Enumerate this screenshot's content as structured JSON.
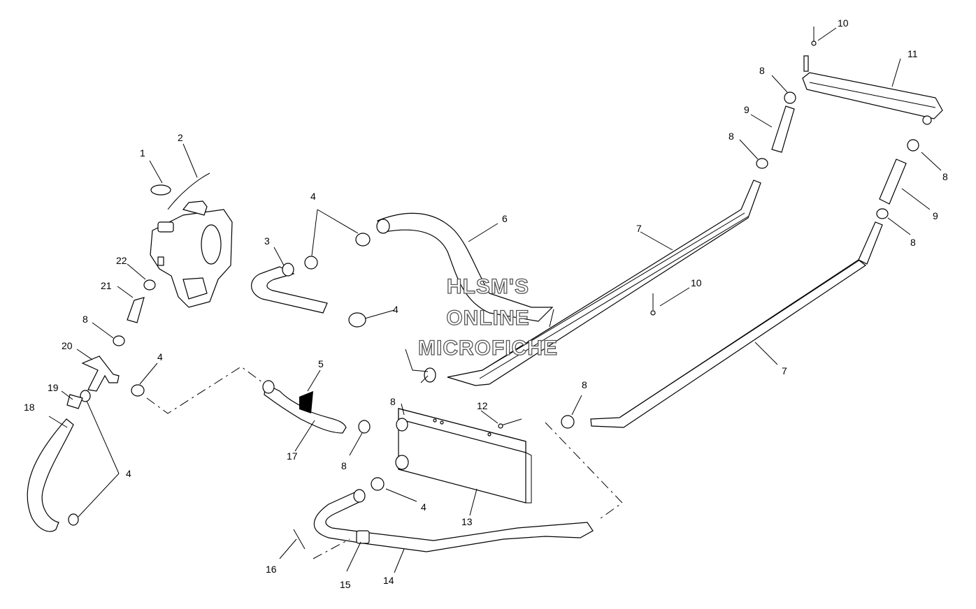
{
  "watermark": {
    "line1": "HLSM'S",
    "line2": "ONLINE",
    "line3": "MICROFICHE"
  },
  "callouts": [
    {
      "id": "c1",
      "text": "1"
    },
    {
      "id": "c2",
      "text": "2"
    },
    {
      "id": "c3",
      "text": "3"
    },
    {
      "id": "c4a",
      "text": "4"
    },
    {
      "id": "c4b",
      "text": "4"
    },
    {
      "id": "c4c",
      "text": "4"
    },
    {
      "id": "c4d",
      "text": "4"
    },
    {
      "id": "c4e",
      "text": "4"
    },
    {
      "id": "c5",
      "text": "5"
    },
    {
      "id": "c6",
      "text": "6"
    },
    {
      "id": "c7a",
      "text": "7"
    },
    {
      "id": "c7b",
      "text": "7"
    },
    {
      "id": "c8a",
      "text": "8"
    },
    {
      "id": "c8b",
      "text": "8"
    },
    {
      "id": "c8c",
      "text": "8"
    },
    {
      "id": "c8d",
      "text": "8"
    },
    {
      "id": "c8e",
      "text": "8"
    },
    {
      "id": "c8f",
      "text": "8"
    },
    {
      "id": "c8g",
      "text": "8"
    },
    {
      "id": "c8h",
      "text": "8"
    },
    {
      "id": "c9a",
      "text": "9"
    },
    {
      "id": "c9b",
      "text": "9"
    },
    {
      "id": "c10a",
      "text": "10"
    },
    {
      "id": "c10b",
      "text": "10"
    },
    {
      "id": "c11",
      "text": "11"
    },
    {
      "id": "c12",
      "text": "12"
    },
    {
      "id": "c13",
      "text": "13"
    },
    {
      "id": "c14",
      "text": "14"
    },
    {
      "id": "c15",
      "text": "15"
    },
    {
      "id": "c16",
      "text": "16"
    },
    {
      "id": "c17",
      "text": "17"
    },
    {
      "id": "c18",
      "text": "18"
    },
    {
      "id": "c19",
      "text": "19"
    },
    {
      "id": "c20",
      "text": "20"
    },
    {
      "id": "c21",
      "text": "21"
    },
    {
      "id": "c22",
      "text": "22"
    }
  ]
}
